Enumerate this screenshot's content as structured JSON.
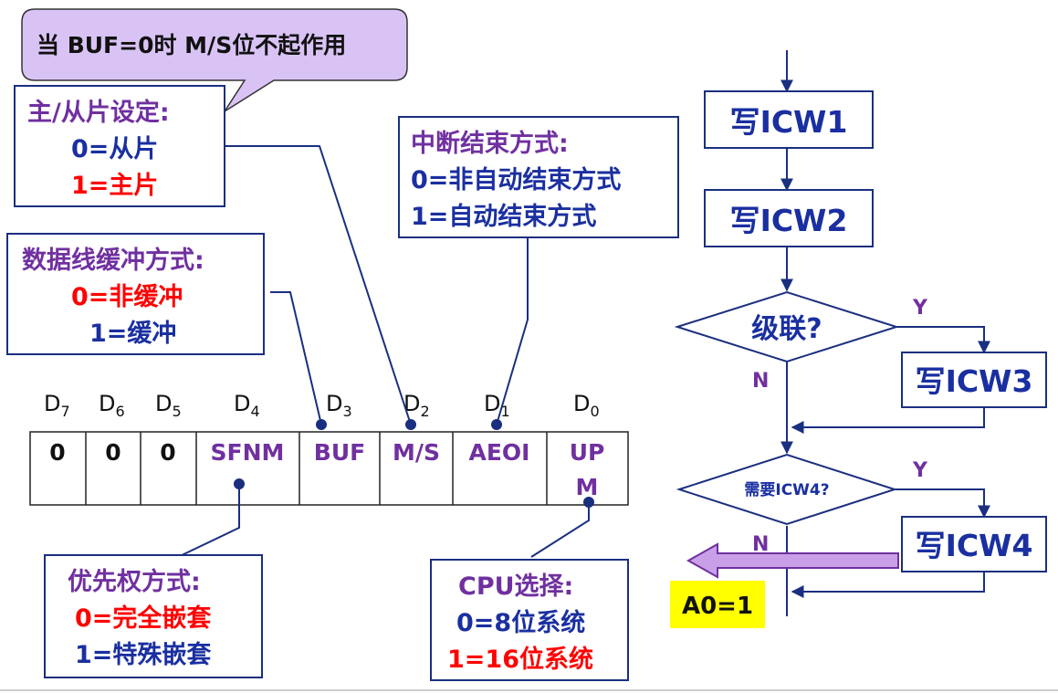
{
  "callout": {
    "text": "当 BUF=0时 M/S位不起作用"
  },
  "ms_box": {
    "title": "主/从片设定:",
    "line0": "0=从片",
    "line1": "1=主片"
  },
  "eoi_box": {
    "title": "中断结束方式:",
    "line0": "0=非自动结束方式",
    "line1": "1=自动结束方式"
  },
  "buf_box": {
    "title": "数据线缓冲方式:",
    "line0": "0=非缓冲",
    "line1": "1=缓冲"
  },
  "prio_box": {
    "title": "优先权方式:",
    "line0": "0=完全嵌套",
    "line1": "1=特殊嵌套"
  },
  "cpu_box": {
    "title": "CPU选择:",
    "line0": "0=8位系统",
    "line1": "1=16位系统"
  },
  "register": {
    "bits": [
      {
        "label": "D",
        "sub": "7",
        "value": "0"
      },
      {
        "label": "D",
        "sub": "6",
        "value": "0"
      },
      {
        "label": "D",
        "sub": "5",
        "value": "0"
      },
      {
        "label": "D",
        "sub": "4",
        "value": "SFNM"
      },
      {
        "label": "D",
        "sub": "3",
        "value": "BUF"
      },
      {
        "label": "D",
        "sub": "2",
        "value": "M/S"
      },
      {
        "label": "D",
        "sub": "1",
        "value": "AEOI"
      },
      {
        "label": "D",
        "sub": "0",
        "value": "UP",
        "value2": "M"
      }
    ]
  },
  "flow": {
    "icw1": "写ICW1",
    "icw2": "写ICW2",
    "cascade": "级联?",
    "icw3": "写ICW3",
    "need_icw4": "需要ICW4?",
    "icw4": "写ICW4",
    "yes1": "Y",
    "no1": "N",
    "yes2": "Y",
    "no2": "N",
    "a0": "A0=1"
  },
  "colors": {
    "purple": "#7030a0",
    "blue": "#1a2fa0",
    "red": "#ff0000",
    "line": "#1a2f80",
    "callout_fill": "#d9c3f5",
    "highlight": "#ffff00",
    "arrow_fill": "#c9a0e8"
  }
}
